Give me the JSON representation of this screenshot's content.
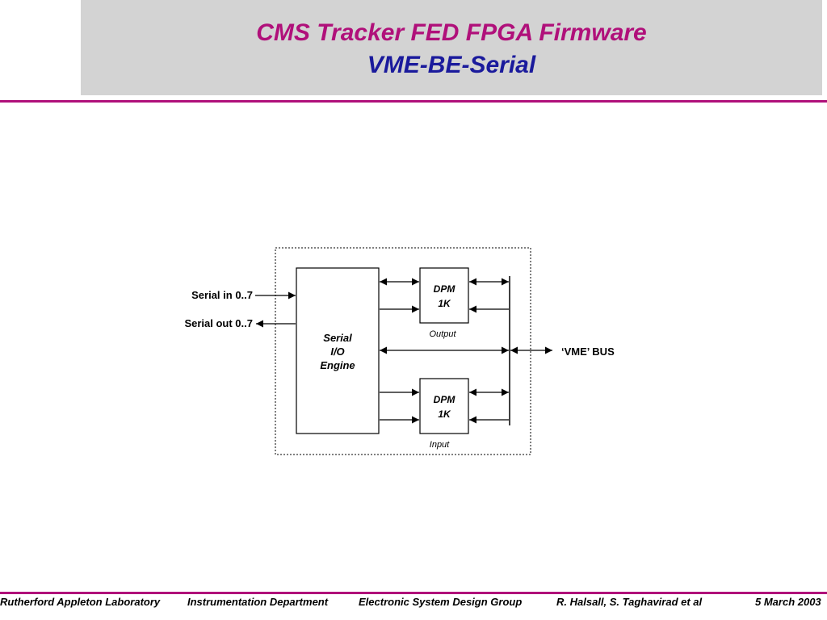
{
  "slide": {
    "title": "CMS Tracker FED FPGA Firmware",
    "subtitle": "VME-BE-Serial"
  },
  "diagram": {
    "serial_in": "Serial in 0..7",
    "serial_out": "Serial out 0..7",
    "engine_lines": [
      "Serial",
      "I/O",
      "Engine"
    ],
    "dpm_output_lines": [
      "DPM",
      "1K"
    ],
    "dpm_output_caption": "Output",
    "dpm_input_lines": [
      "DPM",
      "1K"
    ],
    "dpm_input_caption": "Input",
    "vme_bus": "‘VME’ BUS"
  },
  "footer": {
    "lab": "Rutherford Appleton Laboratory",
    "department": "Instrumentation Department",
    "group": "Electronic System Design Group",
    "authors": "R. Halsall, S. Taghavirad et al",
    "date": "5 March 2003"
  }
}
